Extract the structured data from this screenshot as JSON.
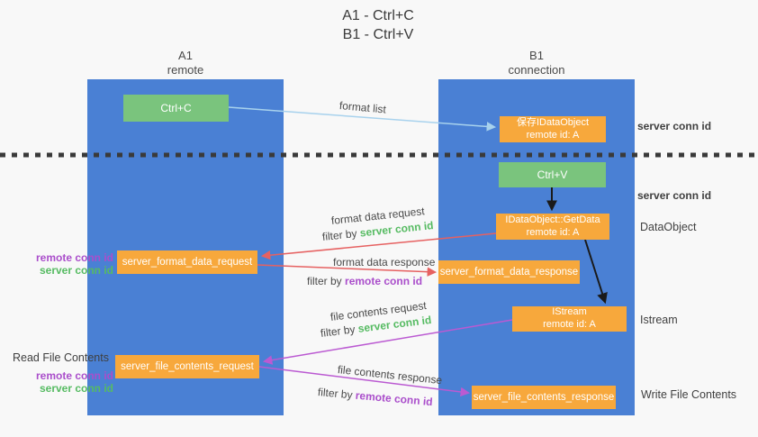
{
  "title": {
    "line1": "A1 - Ctrl+C",
    "line2": "B1 - Ctrl+V"
  },
  "lanes": {
    "left": {
      "name": "A1",
      "role": "remote"
    },
    "right": {
      "name": "B1",
      "role": "connection"
    }
  },
  "nodes": {
    "ctrl_c": {
      "label": "Ctrl+C"
    },
    "ctrl_v": {
      "label": "Ctrl+V"
    },
    "save_dataobject": {
      "line1": "保存IDataObject",
      "line2": "remote id: A"
    },
    "getdata": {
      "line1": "IDataObject::GetData",
      "line2": "remote id: A"
    },
    "istream": {
      "line1": "IStream",
      "line2": "remote id: A"
    },
    "server_format_data_request": {
      "label": "server_format_data_request"
    },
    "server_format_data_response": {
      "label": "server_format_data_response"
    },
    "server_file_contents_request": {
      "label": "server_file_contents_request"
    },
    "server_file_contents_response": {
      "label": "server_file_contents_response"
    }
  },
  "side_labels": {
    "server_conn_id_top": "server conn id",
    "server_conn_id_mid": "server conn id",
    "dataobject": "DataObject",
    "istream": "Istream",
    "write_file_contents": "Write File Contents",
    "read_file_contents": "Read File Contents",
    "format_pair": {
      "remote": "remote conn id",
      "server": "server conn id"
    },
    "file_pair": {
      "remote": "remote conn id",
      "server": "server conn id"
    }
  },
  "arrow_labels": {
    "format_list": "format list",
    "format_data_request": "format data request",
    "format_data_request_filter": {
      "prefix": "filter by",
      "highlight": "server conn id"
    },
    "format_data_response": "format data response",
    "format_data_response_filter": {
      "prefix": "filter by",
      "highlight": "remote conn id"
    },
    "file_contents_request": "file contents request",
    "file_contents_request_filter": {
      "prefix": "filter by",
      "highlight": "server conn id"
    },
    "file_contents_response": "file contents response",
    "file_contents_response_filter": {
      "prefix": "filter by",
      "highlight": "remote conn id"
    }
  },
  "colors": {
    "lane_blue": "#4a80d4",
    "node_orange": "#f7a83c",
    "node_green": "#7ac47d",
    "text_green": "#56bb62",
    "text_purple": "#aa4ecb",
    "arrow_red": "#e66161",
    "arrow_purple": "#bb5ad2",
    "arrow_light_blue": "#a8d2ed",
    "arrow_black": "#1a1a1a",
    "separator": "#3a3a3a"
  }
}
